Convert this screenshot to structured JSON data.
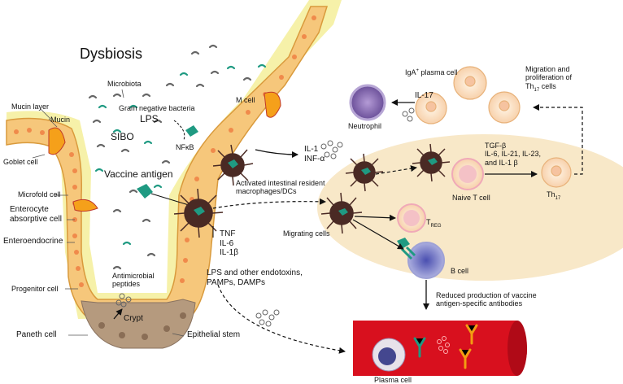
{
  "labels": {
    "title": "Dysbiosis",
    "microbiota": "Microbiota",
    "mucin_layer": "Mucin layer",
    "mucin": "Mucin",
    "gram_negative": "Gram negative bacteria",
    "lps": "LPS",
    "sibo": "SIBO",
    "goblet": "Goblet cell",
    "vaccine_antigen": "Vaccine antigen",
    "microfold": "Microfold cell",
    "enterocyte": "Enterocyte\nabsorptive cell",
    "enteroendocrine": "Enteroendocrine",
    "progenitor": "Progenitor cell",
    "antimicrobial": "Antimicrobial\npeptides",
    "crypt": "Crypt",
    "paneth": "Paneth cell",
    "epithelial_stem": "Epithelial stem",
    "m_cell": "M cell",
    "nfkb": "NFκB",
    "il1": "IL-1\nINF-α",
    "activated_macro": "Activated intestinal resident\nmacrophages/DCs",
    "tnf": "TNF\nIL-6\nIL-1β",
    "lps_other": "LPS and other endotoxins,\nPAMPs, DAMPs",
    "iga_plasma": "IgA",
    "iga_sup": "+",
    "iga_plasma_rest": " plasma cell",
    "migration": "Migration and\nproliferation of",
    "th17_cells": "Th",
    "th17_sub": "17",
    "th17_cells_rest": " cells",
    "il17": "IL-17",
    "neutrophil": "Neutrophil",
    "tgf": "TGF-β\nIL-6, IL-21, IL-23,\nand IL-1 β",
    "naive_t": "Naive T cell",
    "th17": "Th",
    "th17_label_sub": "17",
    "treg": "T",
    "treg_sub": "REG",
    "migrating": "Migrating cells",
    "b_cell": "B cell",
    "reduced": "Reduced production of vaccine\nantigen-specific antibodies",
    "plasma": "Plasma cell"
  },
  "colors": {
    "mucus": "#f4ee9a",
    "cells": "#f6c77b",
    "cell_edge": "#d99a3c",
    "nucleus": "#f08a4b",
    "base": "#b59a7e",
    "lymph_node": "#f8e8c8",
    "vessel": "#d8101e",
    "macrophage": "#4a2a24",
    "antigen": "#1f9a82",
    "neutrophil": "#7f5da8"
  }
}
